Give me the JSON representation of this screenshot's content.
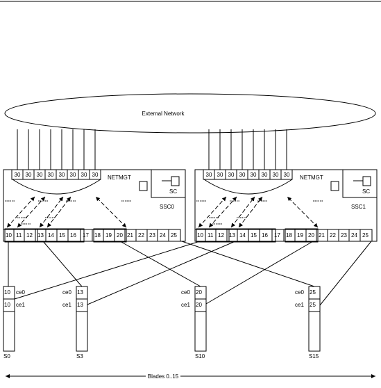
{
  "network": {
    "label": "External Network"
  },
  "switches": [
    {
      "id": "ssc0",
      "name": "SSC0",
      "netmgt": "NETMGT",
      "sc": "SC",
      "uplinks": [
        "30",
        "30",
        "30",
        "30",
        "30",
        "30",
        "30",
        "30"
      ],
      "ports": [
        "10",
        "11",
        "12",
        "13",
        "14",
        "15",
        "16",
        "17",
        "18",
        "19",
        "20",
        "21",
        "22",
        "23",
        "24",
        "25"
      ]
    },
    {
      "id": "ssc1",
      "name": "SSC1",
      "netmgt": "NETMGT",
      "sc": "SC",
      "uplinks": [
        "30",
        "30",
        "30",
        "30",
        "30",
        "30",
        "30",
        "30"
      ],
      "ports": [
        "10",
        "11",
        "12",
        "13",
        "14",
        "15",
        "16",
        "17",
        "18",
        "19",
        "20",
        "21",
        "22",
        "23",
        "24",
        "25"
      ]
    }
  ],
  "blades": [
    {
      "name": "S0",
      "top_port": "10",
      "bottom_port": "10",
      "ce0": "ce0",
      "ce1": "ce1"
    },
    {
      "name": "S3",
      "top_port": "13",
      "bottom_port": "13",
      "ce0": "ce0",
      "ce1": "ce1"
    },
    {
      "name": "S10",
      "top_port": "20",
      "bottom_port": "20",
      "ce0": "ce0",
      "ce1": "ce1"
    },
    {
      "name": "S15",
      "top_port": "25",
      "bottom_port": "25",
      "ce0": "ce0",
      "ce1": "ce1"
    }
  ],
  "range_label": "Blades 0..15"
}
